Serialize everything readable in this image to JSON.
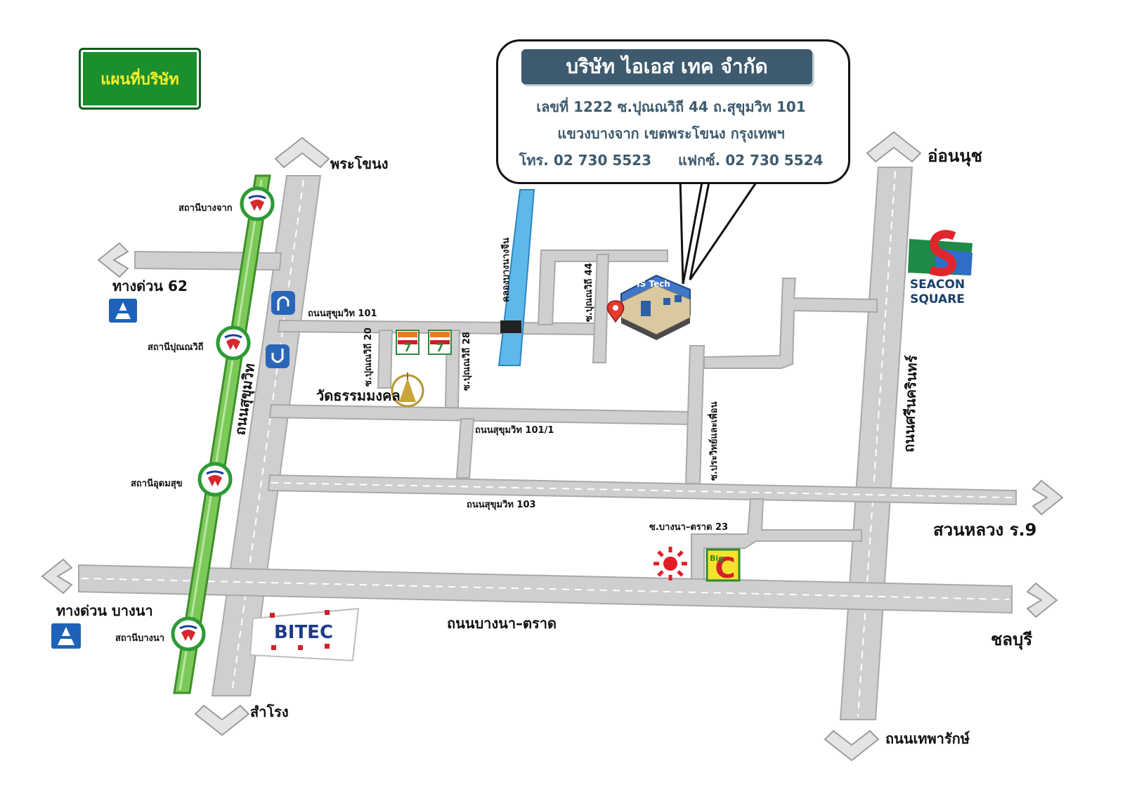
{
  "header": {
    "title": "แผนที่บริษัท"
  },
  "company": {
    "name": "บริษัท ไอเอส เทค จำกัด",
    "address_line1": "เลขที่ 1222 ซ.ปุณณวิถี 44 ถ.สุขุมวิท 101",
    "address_line2": "แขวงบางจาก เขตพระโขนง กรุงเทพฯ",
    "phone": "โทร. 02 730 5523",
    "fax": "แฟกซ์. 02 730 5524",
    "building_sign": "IS Tech"
  },
  "directions": {
    "north": "พระโขนง",
    "northeast": "อ่อนนุช",
    "west_top": "ทางด่วน 62",
    "west_bottom": "ทางด่วน บางนา",
    "east_middle": "สวนหลวง ร.9",
    "east_bottom": "ชลบุรี",
    "south": "สำโรง",
    "southeast": "ถนนเทพารักษ์"
  },
  "stations": [
    {
      "label": "สถานีบางจาก"
    },
    {
      "label": "สถานีปุณณวิถี"
    },
    {
      "label": "สถานีอุดมสุข"
    },
    {
      "label": "สถานีบางนา"
    }
  ],
  "roads": {
    "sukhumvit": "ถนนสุขุมวิท",
    "srinakarin": "ถนนศรีนครินทร์",
    "bangna_trad": "ถนนบางนา–ตราด",
    "sukhumvit101": "ถนนสุขุมวิท 101",
    "sukhumvit101_1": "ถนนสุขุมวิท 101/1",
    "sukhumvit103": "ถนนสุขุมวิท 103",
    "soi_punnawithi20": "ซ.ปุณณวิถี 20",
    "soi_punnawithi28": "ซ.ปุณณวิถี 28",
    "soi_punnawithi44": "ซ.ปุณณวิถี 44",
    "soi_prawet": "ซ.ประวิทย์และเพื่อน",
    "soi_bangna23": "ซ.บางนา–ตราด 23",
    "canal": "คลองบางนางจีน"
  },
  "landmarks": {
    "temple": "วัดธรรมมงคล",
    "seacon_line1": "SEACON",
    "seacon_line2": "SQUARE",
    "bitec": "BITEC",
    "bigc_top": "Big",
    "bigc_letter": "C",
    "seven_eleven": "7"
  },
  "colors": {
    "road": "#cfcfcf",
    "bts": "#7cc95a",
    "canal": "#5fb8ea",
    "title_bg": "#1b8f2e",
    "title_text": "#f5f02a",
    "company_bg": "#3e5a6e"
  }
}
